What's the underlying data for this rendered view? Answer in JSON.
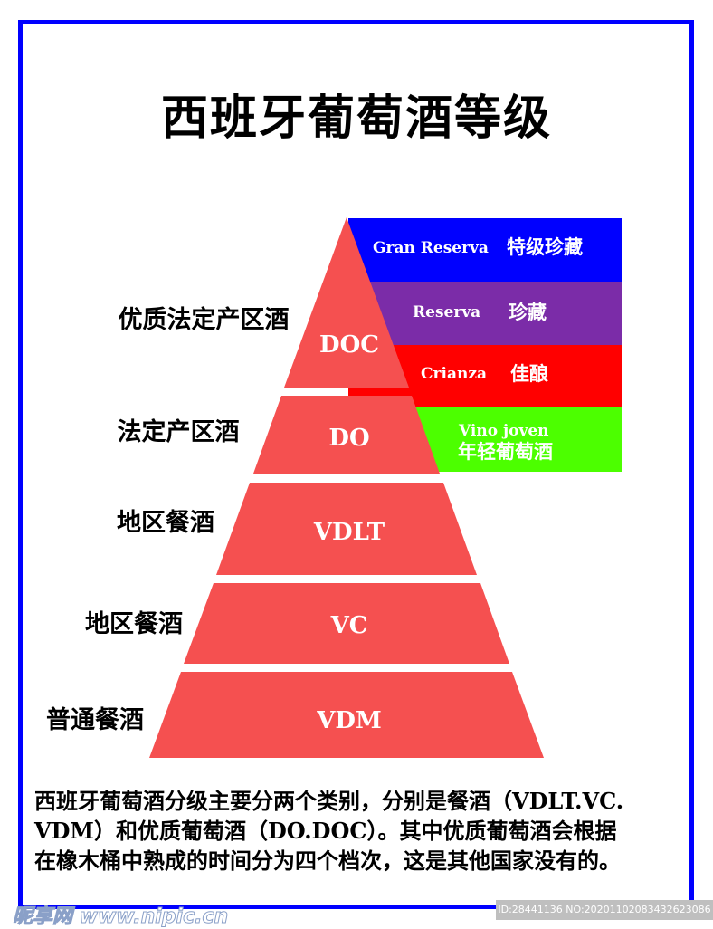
{
  "title": "西班牙葡萄酒等级",
  "colors": {
    "border": "#0000ff",
    "pyramid": "#f55050",
    "gran_reserva": "#0000ff",
    "reserva": "#7b2ca8",
    "crianza": "#ff0000",
    "vino_joven": "#4cff00"
  },
  "pyramid": [
    {
      "code": "DOC",
      "label": "优质法定产区酒"
    },
    {
      "code": "DO",
      "label": "法定产区酒"
    },
    {
      "code": "VDLT",
      "label": "地区餐酒"
    },
    {
      "code": "VC",
      "label": "地区餐酒"
    },
    {
      "code": "VDM",
      "label": "普通餐酒"
    }
  ],
  "tiers": [
    {
      "en": "Gran Reserva",
      "zh": "特级珍藏"
    },
    {
      "en": "Reserva",
      "zh": "珍藏"
    },
    {
      "en": "Crianza",
      "zh": "佳酿"
    },
    {
      "en": "Vino joven",
      "zh": "年轻葡萄酒"
    }
  ],
  "footer": [
    "西班牙葡萄酒分级主要分两个类别，分别是餐酒（VDLT.VC.",
    "VDM）和优质葡萄酒（DO.DOC）。其中优质葡萄酒会根据",
    "在橡木桶中熟成的时间分为四个档次，这是其他国家没有的。"
  ],
  "watermark": "昵享网 www.nipic.cn",
  "image_id": "ID:28441136 NO:20201102083432623086"
}
